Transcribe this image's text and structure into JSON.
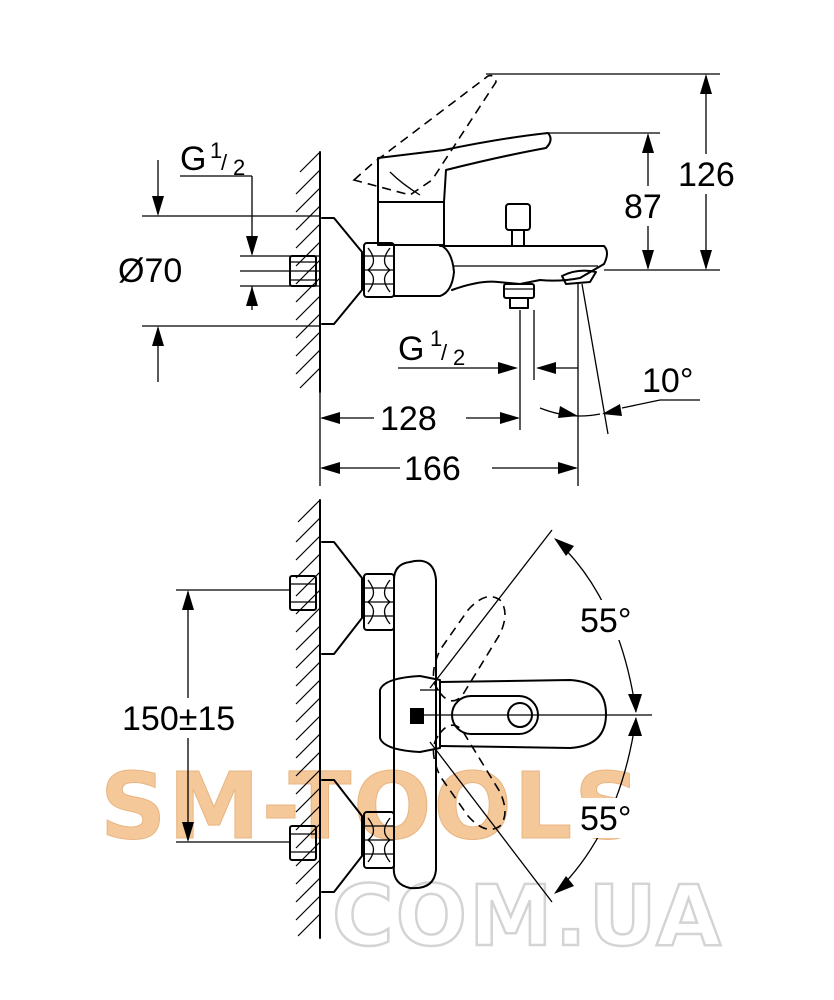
{
  "side_view": {
    "thread_top": {
      "main": "G",
      "num": "1",
      "den": "2"
    },
    "thread_bottom": {
      "main": "G",
      "num": "1",
      "den": "2"
    },
    "diameter": "Ø70",
    "height_total": "126",
    "height_lever": "87",
    "depth_outlet": "128",
    "depth_total": "166",
    "spout_angle": "10°"
  },
  "front_view": {
    "spacing": "150±15",
    "angle_up": "55°",
    "angle_down": "55°"
  },
  "watermark": {
    "line1": "SM-TOOLS",
    "line2": "COM.UA",
    "color1": "#f5c89a",
    "color2": "#d9d9d9"
  }
}
